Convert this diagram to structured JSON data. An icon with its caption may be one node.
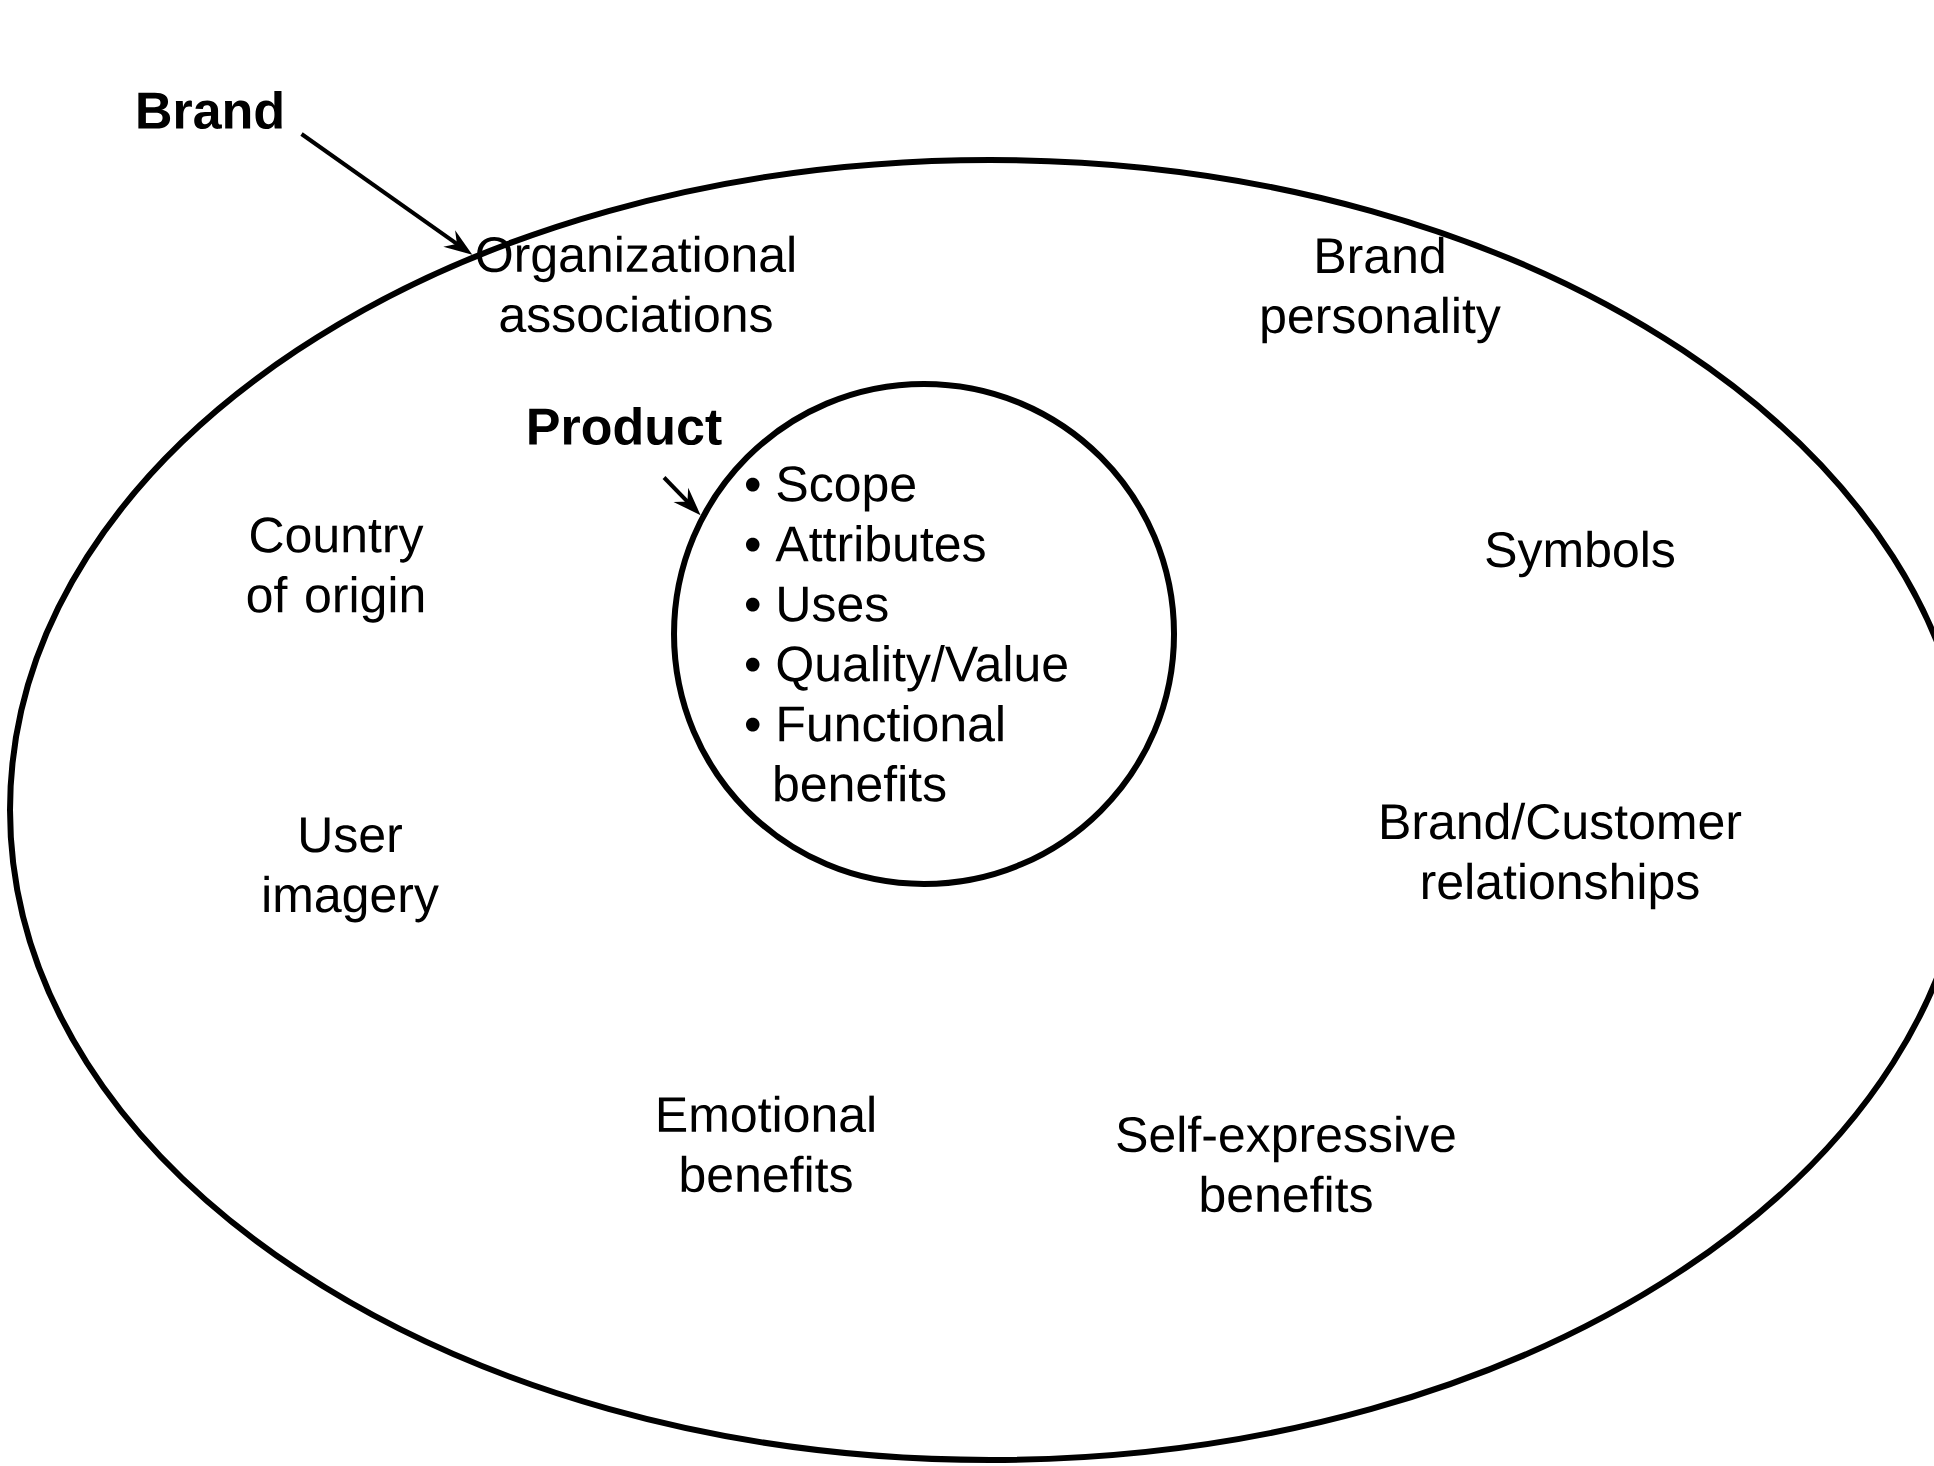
{
  "diagram": {
    "nodes": [
      {
        "text": [
          "Brand"
        ]
      },
      {
        "text": [],
        "shape": "ellipse"
      },
      {
        "text": [
          "Product"
        ],
        "in": 1
      },
      {
        "text": [
          "• Scope",
          "• Attributes",
          "• Uses",
          "• Quality/Value",
          "• Functional benefits"
        ],
        "in": 1
      }
    ],
    "edges": [
      {
        "from": 0,
        "to": 1,
        "arrow": "to"
      },
      {
        "from": 2,
        "to": 3,
        "arrow": "to"
      }
    ],
    "labels": [
      "Organizational associations",
      "Brand personality",
      "Country of origin",
      "Symbols",
      "User imagery",
      "Brand/Customer relationships",
      "Emotional benefits",
      "Self-expressive benefits"
    ]
  }
}
